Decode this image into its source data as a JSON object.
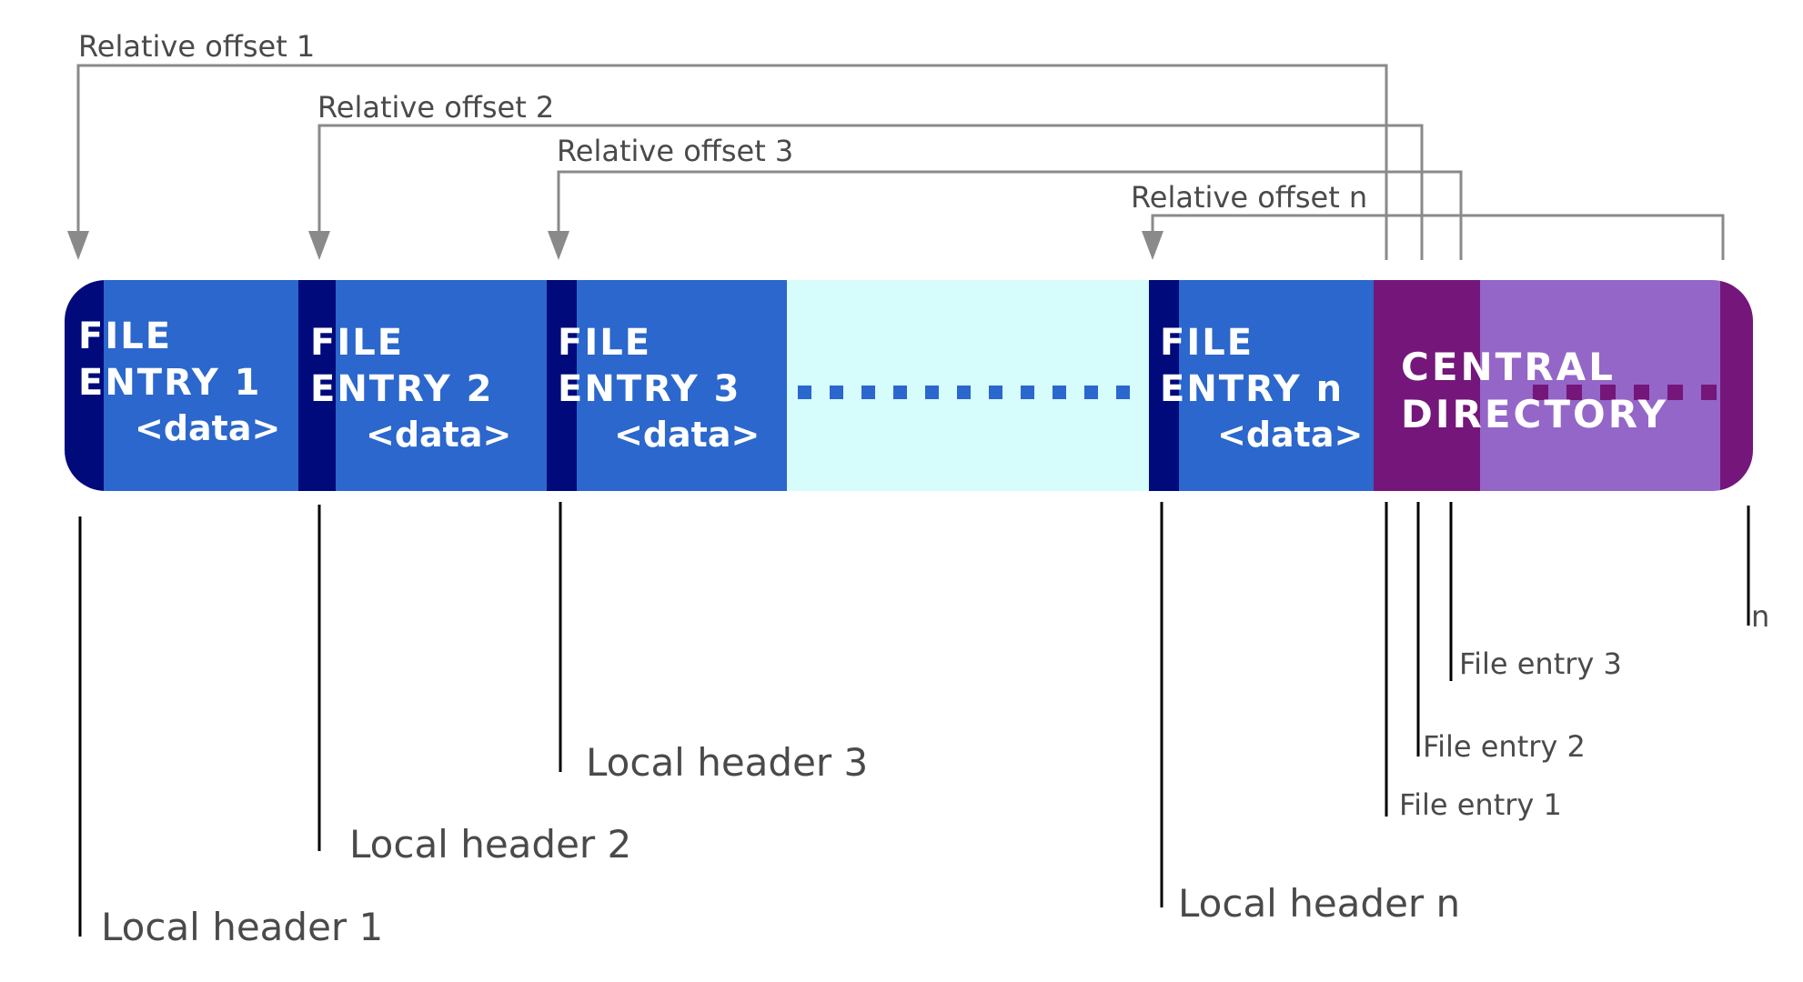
{
  "colors": {
    "entry_body": "#2b67cc",
    "entry_header": "#000a7a",
    "gap": "#d6fcfc",
    "gap_dots": "#2b67cc",
    "cd_dark": "#74167a",
    "cd_light": "#9466c8",
    "cd_dots": "#74167a",
    "arrow": "#8a8a8a",
    "marker": "#000000",
    "label_text": "#4a4a4a"
  },
  "file_entries": [
    {
      "line1": "FILE",
      "line2": "ENTRY 1",
      "data": "<data>"
    },
    {
      "line1": "FILE",
      "line2": "ENTRY 2",
      "data": "<data>"
    },
    {
      "line1": "FILE",
      "line2": "ENTRY 3",
      "data": "<data>"
    },
    {
      "line1": "FILE",
      "line2": "ENTRY n",
      "data": "<data>"
    }
  ],
  "central_directory": {
    "line1": "CENTRAL",
    "line2": "DIRECTORY"
  },
  "relative_offsets": [
    "Relative offset 1",
    "Relative offset 2",
    "Relative offset 3",
    "Relative offset n"
  ],
  "local_headers": [
    "Local header 1",
    "Local header 2",
    "Local header 3",
    "Local header n"
  ],
  "cd_entries": [
    "File entry 1",
    "File entry 2",
    "File entry 3",
    "n"
  ]
}
